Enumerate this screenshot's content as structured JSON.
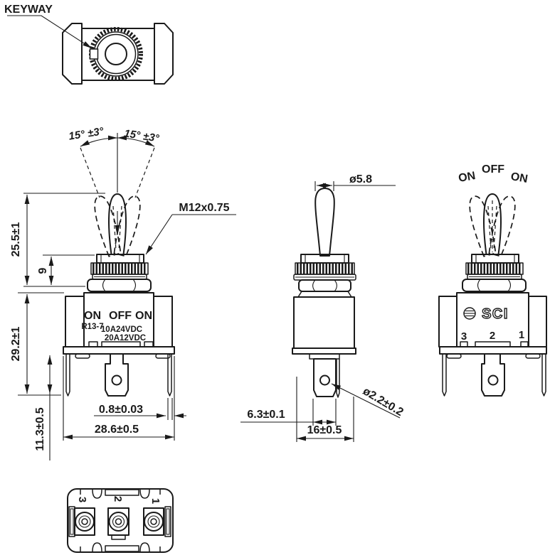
{
  "top_view": {
    "keyway_label": "KEYWAY"
  },
  "front_view": {
    "angle_left": "15° ±3°",
    "angle_right": "15° ±3°",
    "thread_spec": "M12x0.75",
    "dim_lever_height": "25.5±1",
    "dim_nut_stack": "9",
    "dim_body_height": "29.2±1",
    "dim_terminal_length": "11.3±0.5",
    "dim_terminal_thickness": "0.8±0.03",
    "dim_body_width": "28.6±0.5",
    "marking_on_left": "ON",
    "marking_off": "OFF",
    "marking_on_right": "ON",
    "marking_model": "R13-7",
    "marking_rating_line1": "10A24VDC",
    "marking_rating_line2": "20A12VDC"
  },
  "side_view": {
    "dim_lever_dia": "ø5.8",
    "dim_terminal_width": "6.3±0.1",
    "dim_body_depth": "16±0.5",
    "dim_hole_dia": "ø2.2±0.2"
  },
  "right_view": {
    "pos_on_left": "ON",
    "pos_off": "OFF",
    "pos_on_right": "ON",
    "brand": "SCI",
    "terminal_3": "3",
    "terminal_2": "2",
    "terminal_1": "1"
  },
  "bottom_view": {
    "terminal_3": "3",
    "terminal_2": "2",
    "terminal_1": "1"
  },
  "colors": {
    "line": "#1a1a1a",
    "background": "#ffffff"
  }
}
